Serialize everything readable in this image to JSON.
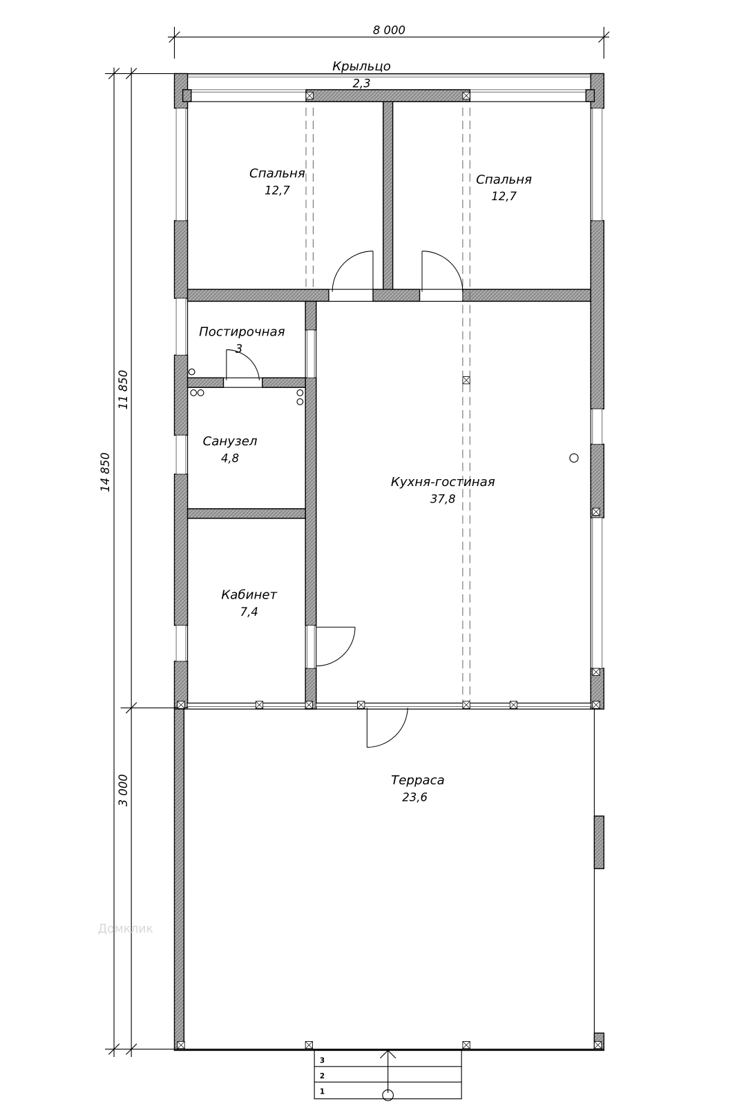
{
  "dimensions": {
    "width_total": "8 000",
    "height_total": "14 850",
    "height_house": "11 850",
    "height_terrace": "3 000"
  },
  "rooms": {
    "porch": {
      "name": "Крыльцо",
      "area": "2,3"
    },
    "bedroom_1": {
      "name": "Спальня",
      "area": "12,7"
    },
    "bedroom_2": {
      "name": "Спальня",
      "area": "12,7"
    },
    "laundry": {
      "name": "Постирочная",
      "area": "3"
    },
    "bathroom": {
      "name": "Санузел",
      "area": "4,8"
    },
    "kitchen_living": {
      "name": "Кухня-гостиная",
      "area": "37,8"
    },
    "office": {
      "name": "Кабинет",
      "area": "7,4"
    },
    "terrace": {
      "name": "Терраса",
      "area": "23,6"
    }
  },
  "steps": [
    "3",
    "2",
    "1"
  ],
  "watermark": "Домклик"
}
